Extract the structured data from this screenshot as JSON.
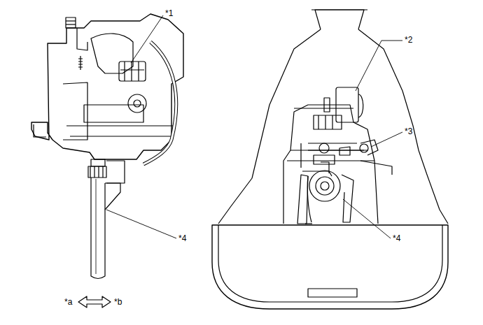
{
  "diagram": {
    "labels": [
      "*1",
      "*2",
      "*3",
      "*4",
      "*4",
      "*a",
      "*b"
    ]
  }
}
